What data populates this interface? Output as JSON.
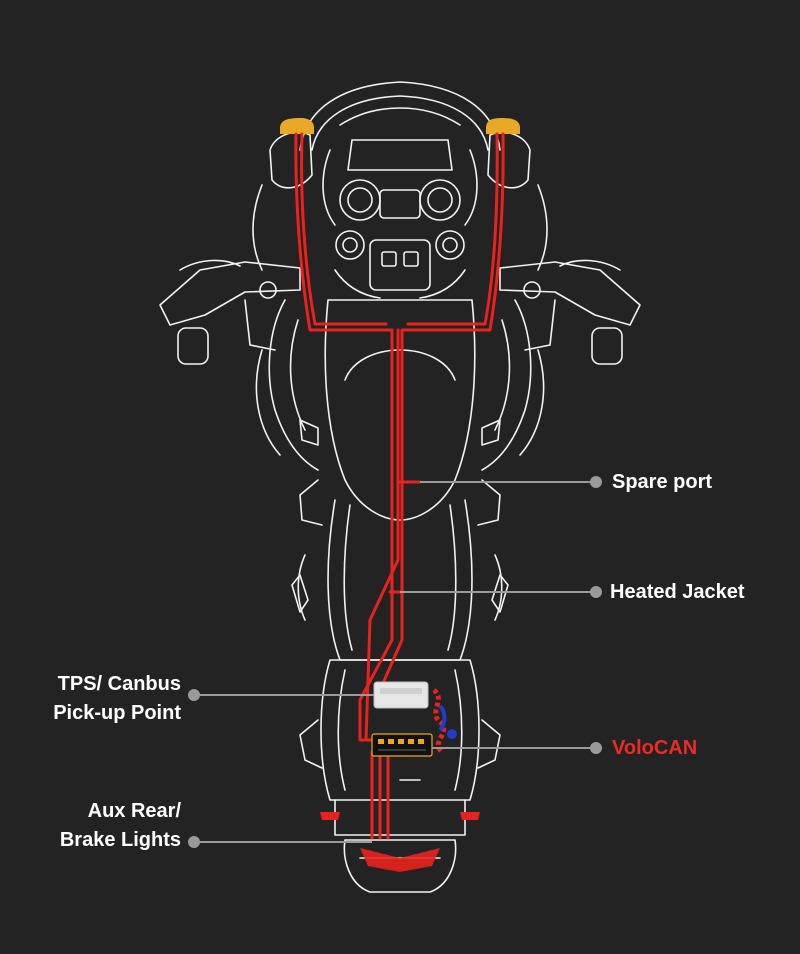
{
  "colors": {
    "background": "#232323",
    "outline": "#f2f2f2",
    "harness": "#e8221d",
    "indicator": "#e9a825",
    "leader": "#9a9a9a",
    "label": "#ffffff",
    "accent_label": "#ee2a24",
    "canbus_connector_blue": "#1e3ec9"
  },
  "labels": {
    "spare_port": "Spare port",
    "heated_jacket": "Heated Jacket",
    "tps_canbus_line1": "TPS/ Canbus",
    "tps_canbus_line2": "Pick-up Point",
    "volocan": "VoloCAN",
    "aux_rear_line1": "Aux Rear/",
    "aux_rear_line2": "Brake Lights"
  }
}
